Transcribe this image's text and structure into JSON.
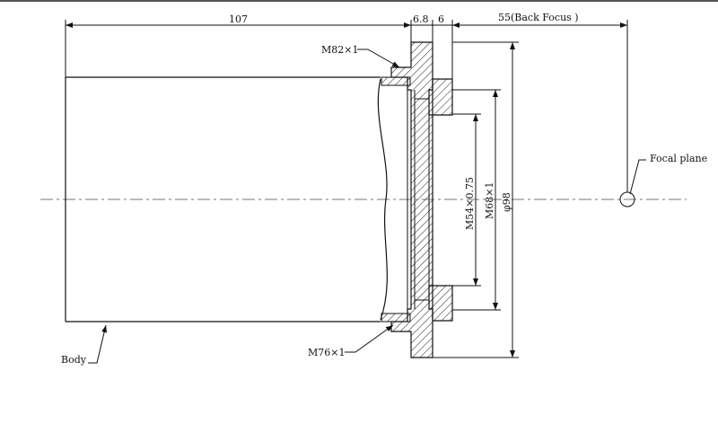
{
  "dimensions": {
    "body_length": "107",
    "flange_thickness": "6.8",
    "ring_thickness": "6",
    "back_focus": "55(Back Focus )",
    "outer_diameter": "φ98",
    "thread_m68": "M68×1",
    "thread_m54": "M54×0.75"
  },
  "labels": {
    "thread_m82": "M82×1",
    "thread_m76": "M76×1",
    "body": "Body",
    "focal_plane": "Focal plane"
  }
}
